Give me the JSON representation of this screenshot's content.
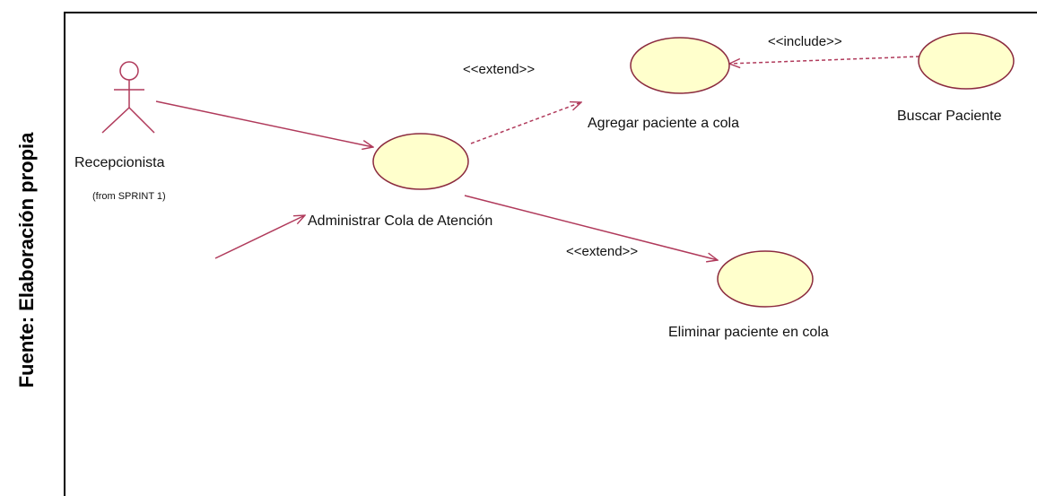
{
  "caption": "Fuente: Elaboración propia",
  "actor": {
    "name": "Recepcionista",
    "from": "(from SPRINT 1)"
  },
  "use_cases": {
    "administrar": "Administrar Cola de Atención",
    "agregar": "Agregar paciente a cola",
    "buscar": "Buscar Paciente",
    "eliminar": "Eliminar paciente en cola"
  },
  "relations": {
    "extend_top": "<<extend>>",
    "include": "<<include>>",
    "extend_bottom": "<<extend>>"
  },
  "colors": {
    "line": "#b03a5b",
    "usecase_fill": "#ffffcc",
    "usecase_stroke": "#8b2a3e"
  }
}
